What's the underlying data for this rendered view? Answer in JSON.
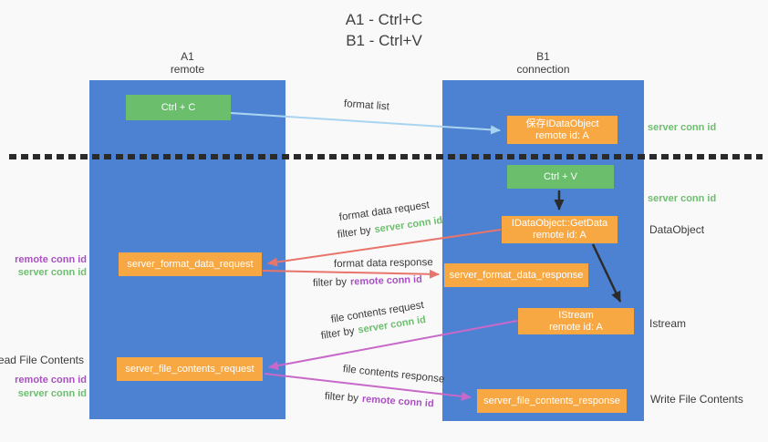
{
  "title": {
    "line1": "A1 - Ctrl+C",
    "line2": "B1 - Ctrl+V"
  },
  "lanes": {
    "left": {
      "name": "A1",
      "role": "remote"
    },
    "right": {
      "name": "B1",
      "role": "connection"
    }
  },
  "nodes": {
    "ctrl_c": {
      "label": "Ctrl + C"
    },
    "save_dataobject": {
      "line1": "保存IDataObject",
      "line2": "remote id: A"
    },
    "ctrl_v": {
      "label": "Ctrl + V"
    },
    "getdata": {
      "line1": "IDataObject::GetData",
      "line2": "remote id: A"
    },
    "format_request": {
      "label": "server_format_data_request"
    },
    "format_response": {
      "label": "server_format_data_response"
    },
    "istream": {
      "line1": "IStream",
      "line2": "remote id: A"
    },
    "file_request": {
      "label": "server_file_contents_request"
    },
    "file_response": {
      "label": "server_file_contents_response"
    }
  },
  "edges": {
    "format_list": {
      "label": "format list"
    },
    "format_data_request": {
      "label": "format data request",
      "filter_prefix": "filter by",
      "filter_value": "server conn id"
    },
    "format_data_response": {
      "label": "format data response",
      "filter_prefix": "filter by",
      "filter_value": "remote conn id"
    },
    "file_contents_request": {
      "label": "file contents request",
      "filter_prefix": "filter by",
      "filter_value": "server conn id"
    },
    "file_contents_response": {
      "label": "file contents response",
      "filter_prefix": "filter by",
      "filter_value": "remote conn id"
    }
  },
  "annotations": {
    "right": {
      "server_conn_id_1": "server conn id",
      "server_conn_id_2": "server conn id",
      "dataobject": "DataObject",
      "istream": "Istream",
      "write_file_contents": "Write File Contents"
    },
    "left": {
      "remote_conn_id_1": "remote conn id",
      "server_conn_id_1": "server conn id",
      "read_file_contents": "Read File Contents",
      "remote_conn_id_2": "remote conn id",
      "server_conn_id_2": "server conn id"
    }
  },
  "colors": {
    "lane_blue": "#4d82d2",
    "box_green": "#6abe6c",
    "box_orange": "#f8a843",
    "text_green": "#6cbf6e",
    "text_purple": "#ab4fc4",
    "arrow_blue": "#a9d4f1",
    "arrow_red": "#e8756b",
    "arrow_magenta": "#c869c9",
    "arrow_black": "#2b2b2b"
  }
}
